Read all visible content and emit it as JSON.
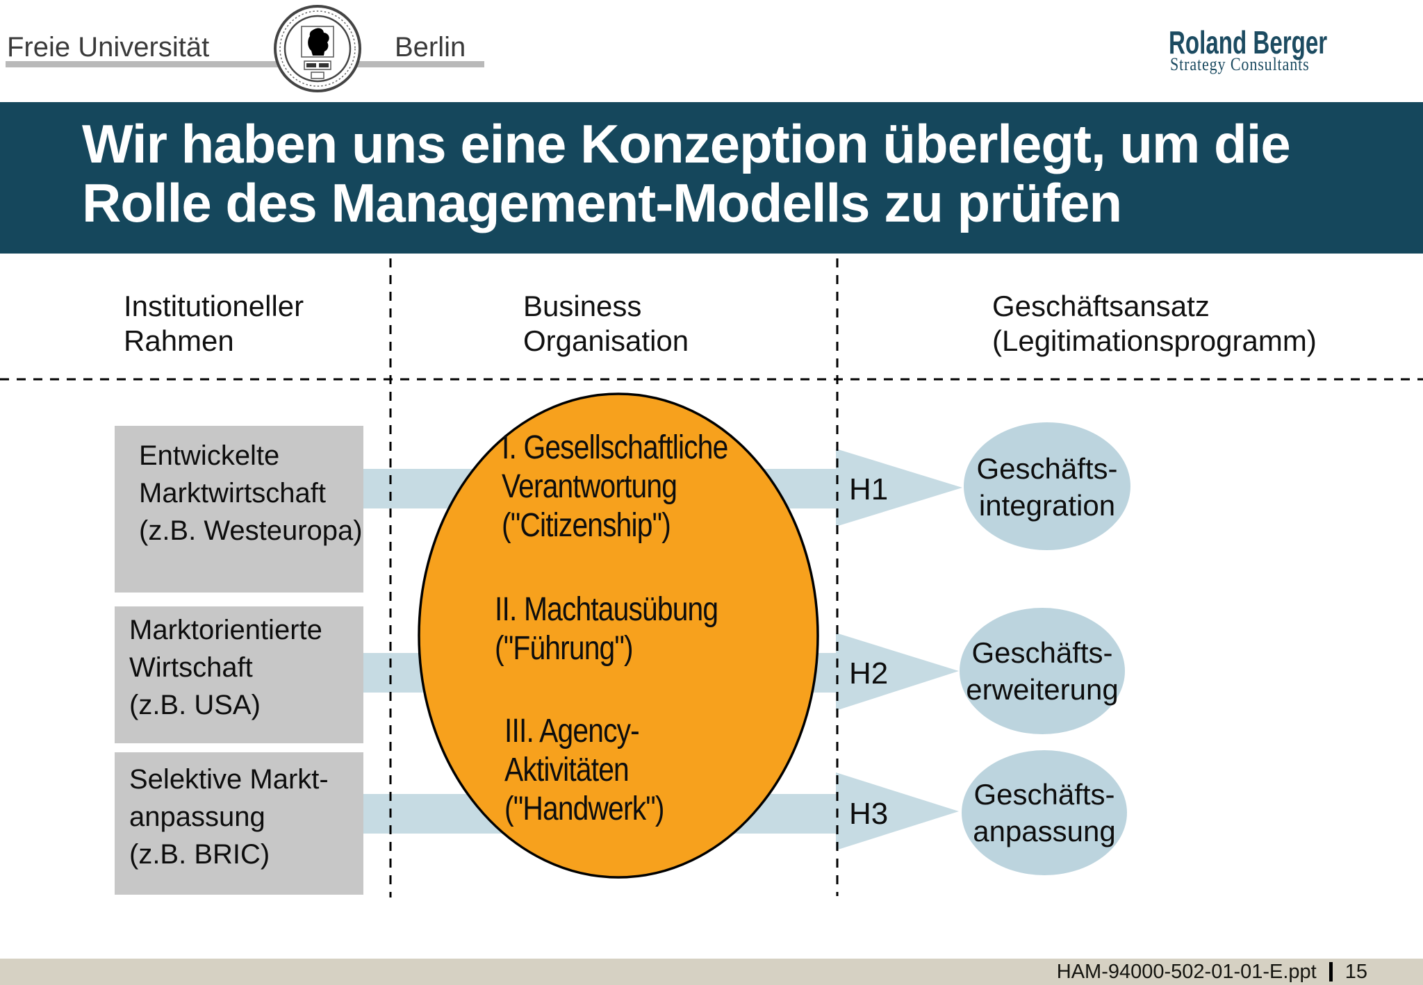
{
  "header": {
    "fu_logo": {
      "left": "Freie Universität",
      "right": "Berlin"
    },
    "rb_logo": {
      "line1": "Roland Berger",
      "line2": "Strategy Consultants"
    }
  },
  "title": {
    "line1": "Wir haben uns eine Konzeption überlegt, um die",
    "line2": "Rolle des Management-Modells zu prüfen"
  },
  "columns": [
    {
      "line1": "Institutioneller",
      "line2": "Rahmen"
    },
    {
      "line1": "Business",
      "line2": "Organisation"
    },
    {
      "line1": "Geschäftsansatz",
      "line2": "(Legitimationsprogramm)"
    }
  ],
  "left_boxes": [
    {
      "line1": "Entwickelte",
      "line2": "Marktwirtschaft",
      "line3": "(z.B. Westeuropa)"
    },
    {
      "line1": "Marktorientierte",
      "line2": "Wirtschaft",
      "line3": "(z.B. USA)"
    },
    {
      "line1": "Selektive Markt-",
      "line2": "anpassung",
      "line3": "(z.B. BRIC)"
    }
  ],
  "management_model_items": [
    {
      "line1": "I. Gesellschaftliche",
      "line2": "Verantwortung",
      "line3": "(\"Citizenship\")"
    },
    {
      "line1": "II. Machtausübung",
      "line2": "(\"Führung\")",
      "line3": ""
    },
    {
      "line1": "III. Agency-",
      "line2": "Aktivitäten",
      "line3": "(\"Handwerk\")"
    }
  ],
  "hypotheses": [
    {
      "label": "H1"
    },
    {
      "label": "H2"
    },
    {
      "label": "H3"
    }
  ],
  "right_ellipses": [
    {
      "line1": "Geschäfts-",
      "line2": "integration"
    },
    {
      "line1": "Geschäfts-",
      "line2": "erweiterung"
    },
    {
      "line1": "Geschäfts-",
      "line2": "anpassung"
    }
  ],
  "footer": {
    "filename": "HAM-94000-502-01-01-E.ppt",
    "page": "15"
  },
  "colors": {
    "title_bar": "#15475C",
    "orange": "#F7A11D",
    "arrow_blue": "#C6DBE3",
    "ellipse_blue": "#BCD4DE",
    "gray_box": "#C7C7C7",
    "footer_bg": "#D6D1C3",
    "rb_blue": "#1C4B61",
    "line": "#000000"
  }
}
